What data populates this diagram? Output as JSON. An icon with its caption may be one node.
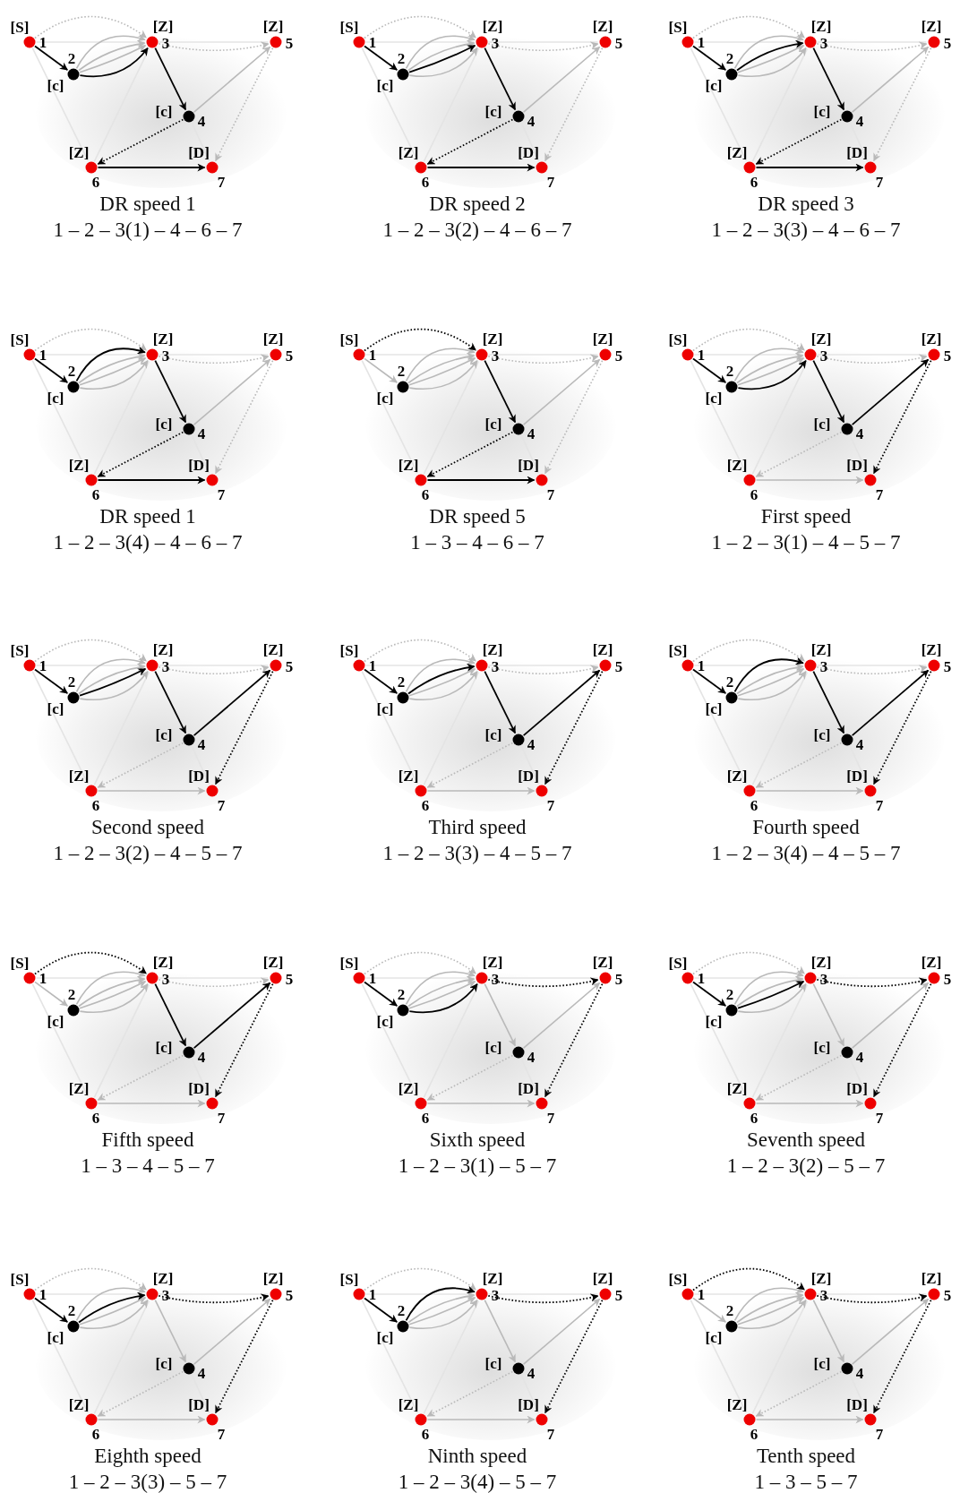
{
  "diagram": {
    "nodes": [
      {
        "text": [],
        "shape": "circle",
        "beside": [
          "[S]",
          "1"
        ]
      },
      {
        "text": [],
        "shape": "circle",
        "beside": [
          "2",
          "[c]"
        ]
      },
      {
        "text": [],
        "shape": "circle",
        "beside": [
          "[Z]",
          "3"
        ]
      },
      {
        "text": [],
        "shape": "circle",
        "beside": [
          "[c]",
          "4"
        ]
      },
      {
        "text": [],
        "shape": "circle",
        "beside": [
          "[Z]",
          "5"
        ]
      },
      {
        "text": [],
        "shape": "circle",
        "beside": [
          "[Z]",
          "6"
        ]
      },
      {
        "text": [],
        "shape": "circle",
        "beside": [
          "[D]",
          "7"
        ]
      },
      {
        "text": [],
        "shape": "circle",
        "beside": [
          "[S]",
          "1"
        ]
      },
      {
        "text": [],
        "shape": "circle",
        "beside": [
          "2",
          "[c]"
        ]
      },
      {
        "text": [],
        "shape": "circle",
        "beside": [
          "[Z]",
          "3"
        ]
      },
      {
        "text": [],
        "shape": "circle",
        "beside": [
          "[c]",
          "4"
        ]
      },
      {
        "text": [],
        "shape": "circle",
        "beside": [
          "[Z]",
          "5"
        ]
      },
      {
        "text": [],
        "shape": "circle",
        "beside": [
          "[Z]",
          "6"
        ]
      },
      {
        "text": [],
        "shape": "circle",
        "beside": [
          "[D]",
          "7"
        ]
      },
      {
        "text": [],
        "shape": "circle",
        "beside": [
          "[S]",
          "1"
        ]
      },
      {
        "text": [],
        "shape": "circle",
        "beside": [
          "2",
          "[c]"
        ]
      },
      {
        "text": [],
        "shape": "circle",
        "beside": [
          "[Z]",
          "3"
        ]
      },
      {
        "text": [],
        "shape": "circle",
        "beside": [
          "[c]",
          "4"
        ]
      },
      {
        "text": [],
        "shape": "circle",
        "beside": [
          "[Z]",
          "5"
        ]
      },
      {
        "text": [],
        "shape": "circle",
        "beside": [
          "[Z]",
          "6"
        ]
      },
      {
        "text": [],
        "shape": "circle",
        "beside": [
          "[D]",
          "7"
        ]
      },
      {
        "text": [],
        "shape": "circle",
        "beside": [
          "[S]",
          "1"
        ]
      },
      {
        "text": [],
        "shape": "circle",
        "beside": [
          "2",
          "[c]"
        ]
      },
      {
        "text": [],
        "shape": "circle",
        "beside": [
          "[Z]",
          "3"
        ]
      },
      {
        "text": [],
        "shape": "circle",
        "beside": [
          "[c]",
          "4"
        ]
      },
      {
        "text": [],
        "shape": "circle",
        "beside": [
          "[Z]",
          "5"
        ]
      },
      {
        "text": [],
        "shape": "circle",
        "beside": [
          "[Z]",
          "6"
        ]
      },
      {
        "text": [],
        "shape": "circle",
        "beside": [
          "[D]",
          "7"
        ]
      },
      {
        "text": [],
        "shape": "circle",
        "beside": [
          "[S]",
          "1"
        ]
      },
      {
        "text": [],
        "shape": "circle",
        "beside": [
          "2",
          "[c]"
        ]
      },
      {
        "text": [],
        "shape": "circle",
        "beside": [
          "[Z]",
          "3"
        ]
      },
      {
        "text": [],
        "shape": "circle",
        "beside": [
          "[c]",
          "4"
        ]
      },
      {
        "text": [],
        "shape": "circle",
        "beside": [
          "[Z]",
          "5"
        ]
      },
      {
        "text": [],
        "shape": "circle",
        "beside": [
          "[Z]",
          "6"
        ]
      },
      {
        "text": [],
        "shape": "circle",
        "beside": [
          "[D]",
          "7"
        ]
      },
      {
        "text": [],
        "shape": "circle",
        "beside": [
          "[S]",
          "1"
        ]
      },
      {
        "text": [],
        "shape": "circle",
        "beside": [
          "2",
          "[c]"
        ]
      },
      {
        "text": [],
        "shape": "circle",
        "beside": [
          "[Z]",
          "3"
        ]
      },
      {
        "text": [],
        "shape": "circle",
        "beside": [
          "[c]",
          "4"
        ]
      },
      {
        "text": [],
        "shape": "circle",
        "beside": [
          "[Z]",
          "5"
        ]
      },
      {
        "text": [],
        "shape": "circle",
        "beside": [
          "[Z]",
          "6"
        ]
      },
      {
        "text": [],
        "shape": "circle",
        "beside": [
          "[D]",
          "7"
        ]
      },
      {
        "text": [],
        "shape": "circle",
        "beside": [
          "[S]",
          "1"
        ]
      },
      {
        "text": [],
        "shape": "circle",
        "beside": [
          "2",
          "[c]"
        ]
      },
      {
        "text": [],
        "shape": "circle",
        "beside": [
          "[Z]",
          "3"
        ]
      },
      {
        "text": [],
        "shape": "circle",
        "beside": [
          "[c]",
          "4"
        ]
      },
      {
        "text": [],
        "shape": "circle",
        "beside": [
          "[Z]",
          "5"
        ]
      },
      {
        "text": [],
        "shape": "circle",
        "beside": [
          "[Z]",
          "6"
        ]
      },
      {
        "text": [],
        "shape": "circle",
        "beside": [
          "[D]",
          "7"
        ]
      },
      {
        "text": [],
        "shape": "circle",
        "beside": [
          "[S]",
          "1"
        ]
      },
      {
        "text": [],
        "shape": "circle",
        "beside": [
          "2",
          "[c]"
        ]
      },
      {
        "text": [],
        "shape": "circle",
        "beside": [
          "[Z]",
          "3"
        ]
      },
      {
        "text": [],
        "shape": "circle",
        "beside": [
          "[c]",
          "4"
        ]
      },
      {
        "text": [],
        "shape": "circle",
        "beside": [
          "[Z]",
          "5"
        ]
      },
      {
        "text": [],
        "shape": "circle",
        "beside": [
          "[Z]",
          "6"
        ]
      },
      {
        "text": [],
        "shape": "circle",
        "beside": [
          "[D]",
          "7"
        ]
      },
      {
        "text": [],
        "shape": "circle",
        "beside": [
          "[S]",
          "1"
        ]
      },
      {
        "text": [],
        "shape": "circle",
        "beside": [
          "2",
          "[c]"
        ]
      },
      {
        "text": [],
        "shape": "circle",
        "beside": [
          "[Z]",
          "3"
        ]
      },
      {
        "text": [],
        "shape": "circle",
        "beside": [
          "[c]",
          "4"
        ]
      },
      {
        "text": [],
        "shape": "circle",
        "beside": [
          "[Z]",
          "5"
        ]
      },
      {
        "text": [],
        "shape": "circle",
        "beside": [
          "[Z]",
          "6"
        ]
      },
      {
        "text": [],
        "shape": "circle",
        "beside": [
          "[D]",
          "7"
        ]
      },
      {
        "text": [],
        "shape": "circle",
        "beside": [
          "[S]",
          "1"
        ]
      },
      {
        "text": [],
        "shape": "circle",
        "beside": [
          "2",
          "[c]"
        ]
      },
      {
        "text": [],
        "shape": "circle",
        "beside": [
          "[Z]",
          "3"
        ]
      },
      {
        "text": [],
        "shape": "circle",
        "beside": [
          "[c]",
          "4"
        ]
      },
      {
        "text": [],
        "shape": "circle",
        "beside": [
          "[Z]",
          "5"
        ]
      },
      {
        "text": [],
        "shape": "circle",
        "beside": [
          "[Z]",
          "6"
        ]
      },
      {
        "text": [],
        "shape": "circle",
        "beside": [
          "[D]",
          "7"
        ]
      },
      {
        "text": [],
        "shape": "circle",
        "beside": [
          "[S]",
          "1"
        ]
      },
      {
        "text": [],
        "shape": "circle",
        "beside": [
          "2",
          "[c]"
        ]
      },
      {
        "text": [],
        "shape": "circle",
        "beside": [
          "[Z]",
          "3"
        ]
      },
      {
        "text": [],
        "shape": "circle",
        "beside": [
          "[c]",
          "4"
        ]
      },
      {
        "text": [],
        "shape": "circle",
        "beside": [
          "[Z]",
          "5"
        ]
      },
      {
        "text": [],
        "shape": "circle",
        "beside": [
          "[Z]",
          "6"
        ]
      },
      {
        "text": [],
        "shape": "circle",
        "beside": [
          "[D]",
          "7"
        ]
      },
      {
        "text": [],
        "shape": "circle",
        "beside": [
          "[S]",
          "1"
        ]
      },
      {
        "text": [],
        "shape": "circle",
        "beside": [
          "2",
          "[c]"
        ]
      },
      {
        "text": [],
        "shape": "circle",
        "beside": [
          "[Z]",
          "3"
        ]
      },
      {
        "text": [],
        "shape": "circle",
        "beside": [
          "[c]",
          "4"
        ]
      },
      {
        "text": [],
        "shape": "circle",
        "beside": [
          "[Z]",
          "5"
        ]
      },
      {
        "text": [],
        "shape": "circle",
        "beside": [
          "[Z]",
          "6"
        ]
      },
      {
        "text": [],
        "shape": "circle",
        "beside": [
          "[D]",
          "7"
        ]
      },
      {
        "text": [],
        "shape": "circle",
        "beside": [
          "[S]",
          "1"
        ]
      },
      {
        "text": [],
        "shape": "circle",
        "beside": [
          "2",
          "[c]"
        ]
      },
      {
        "text": [],
        "shape": "circle",
        "beside": [
          "[Z]",
          "3"
        ]
      },
      {
        "text": [],
        "shape": "circle",
        "beside": [
          "[c]",
          "4"
        ]
      },
      {
        "text": [],
        "shape": "circle",
        "beside": [
          "[Z]",
          "5"
        ]
      },
      {
        "text": [],
        "shape": "circle",
        "beside": [
          "[Z]",
          "6"
        ]
      },
      {
        "text": [],
        "shape": "circle",
        "beside": [
          "[D]",
          "7"
        ]
      },
      {
        "text": [],
        "shape": "circle",
        "beside": [
          "[S]",
          "1"
        ]
      },
      {
        "text": [],
        "shape": "circle",
        "beside": [
          "2",
          "[c]"
        ]
      },
      {
        "text": [],
        "shape": "circle",
        "beside": [
          "[Z]",
          "3"
        ]
      },
      {
        "text": [],
        "shape": "circle",
        "beside": [
          "[c]",
          "4"
        ]
      },
      {
        "text": [],
        "shape": "circle",
        "beside": [
          "[Z]",
          "5"
        ]
      },
      {
        "text": [],
        "shape": "circle",
        "beside": [
          "[Z]",
          "6"
        ]
      },
      {
        "text": [],
        "shape": "circle",
        "beside": [
          "[D]",
          "7"
        ]
      },
      {
        "text": [],
        "shape": "circle",
        "beside": [
          "[S]",
          "1"
        ]
      },
      {
        "text": [],
        "shape": "circle",
        "beside": [
          "2",
          "[c]"
        ]
      },
      {
        "text": [],
        "shape": "circle",
        "beside": [
          "[Z]",
          "3"
        ]
      },
      {
        "text": [],
        "shape": "circle",
        "beside": [
          "[c]",
          "4"
        ]
      },
      {
        "text": [],
        "shape": "circle",
        "beside": [
          "[Z]",
          "5"
        ]
      },
      {
        "text": [],
        "shape": "circle",
        "beside": [
          "[Z]",
          "6"
        ]
      },
      {
        "text": [],
        "shape": "circle",
        "beside": [
          "[D]",
          "7"
        ]
      }
    ],
    "edges": [
      {
        "from": 0,
        "to": 2,
        "arrow": "to",
        "style": "dashed"
      },
      {
        "from": 0,
        "to": 1,
        "arrow": "to",
        "color": "#000000"
      },
      {
        "from": 1,
        "to": 2,
        "arrow": "to",
        "color": "#000000"
      },
      {
        "from": 1,
        "to": 2,
        "arrow": "to"
      },
      {
        "from": 1,
        "to": 2,
        "arrow": "to"
      },
      {
        "from": 1,
        "to": 2,
        "arrow": "to"
      },
      {
        "from": 2,
        "to": 3,
        "arrow": "to",
        "color": "#000000"
      },
      {
        "from": 2,
        "to": 4,
        "arrow": "to",
        "style": "dashed"
      },
      {
        "from": 3,
        "to": 4,
        "arrow": "to"
      },
      {
        "from": 3,
        "to": 5,
        "arrow": "to",
        "style": "dashed",
        "color": "#000000"
      },
      {
        "from": 4,
        "to": 6,
        "arrow": "to",
        "style": "dashed"
      },
      {
        "from": 5,
        "to": 6,
        "arrow": "to",
        "color": "#000000"
      },
      {
        "from": 0,
        "to": 2,
        "arrow": "none",
        "color": "#e4e4e4"
      },
      {
        "from": 2,
        "to": 4,
        "arrow": "none",
        "color": "#e4e4e4"
      },
      {
        "from": 0,
        "to": 5,
        "arrow": "none",
        "color": "#e4e4e4"
      },
      {
        "from": 5,
        "to": 2,
        "arrow": "none",
        "color": "#e4e4e4"
      },
      {
        "from": 3,
        "to": 6,
        "arrow": "none",
        "color": "#e4e4e4"
      },
      {
        "from": 7,
        "to": 9,
        "arrow": "to",
        "style": "dashed"
      },
      {
        "from": 7,
        "to": 8,
        "arrow": "to",
        "color": "#000000"
      },
      {
        "from": 8,
        "to": 9,
        "arrow": "to"
      },
      {
        "from": 8,
        "to": 9,
        "arrow": "to",
        "color": "#000000"
      },
      {
        "from": 8,
        "to": 9,
        "arrow": "to"
      },
      {
        "from": 8,
        "to": 9,
        "arrow": "to"
      },
      {
        "from": 9,
        "to": 10,
        "arrow": "to",
        "color": "#000000"
      },
      {
        "from": 9,
        "to": 11,
        "arrow": "to",
        "style": "dashed"
      },
      {
        "from": 10,
        "to": 11,
        "arrow": "to"
      },
      {
        "from": 10,
        "to": 12,
        "arrow": "to",
        "style": "dashed",
        "color": "#000000"
      },
      {
        "from": 11,
        "to": 13,
        "arrow": "to",
        "style": "dashed"
      },
      {
        "from": 12,
        "to": 13,
        "arrow": "to",
        "color": "#000000"
      },
      {
        "from": 7,
        "to": 9,
        "arrow": "none",
        "color": "#e4e4e4"
      },
      {
        "from": 9,
        "to": 11,
        "arrow": "none",
        "color": "#e4e4e4"
      },
      {
        "from": 7,
        "to": 12,
        "arrow": "none",
        "color": "#e4e4e4"
      },
      {
        "from": 12,
        "to": 9,
        "arrow": "none",
        "color": "#e4e4e4"
      },
      {
        "from": 10,
        "to": 13,
        "arrow": "none",
        "color": "#e4e4e4"
      },
      {
        "from": 14,
        "to": 16,
        "arrow": "to",
        "style": "dashed"
      },
      {
        "from": 14,
        "to": 15,
        "arrow": "to",
        "color": "#000000"
      },
      {
        "from": 15,
        "to": 16,
        "arrow": "to"
      },
      {
        "from": 15,
        "to": 16,
        "arrow": "to"
      },
      {
        "from": 15,
        "to": 16,
        "arrow": "to",
        "color": "#000000"
      },
      {
        "from": 15,
        "to": 16,
        "arrow": "to"
      },
      {
        "from": 16,
        "to": 17,
        "arrow": "to",
        "color": "#000000"
      },
      {
        "from": 16,
        "to": 18,
        "arrow": "to",
        "style": "dashed"
      },
      {
        "from": 17,
        "to": 18,
        "arrow": "to"
      },
      {
        "from": 17,
        "to": 19,
        "arrow": "to",
        "style": "dashed",
        "color": "#000000"
      },
      {
        "from": 18,
        "to": 20,
        "arrow": "to",
        "style": "dashed"
      },
      {
        "from": 19,
        "to": 20,
        "arrow": "to",
        "color": "#000000"
      },
      {
        "from": 14,
        "to": 16,
        "arrow": "none",
        "color": "#e4e4e4"
      },
      {
        "from": 16,
        "to": 18,
        "arrow": "none",
        "color": "#e4e4e4"
      },
      {
        "from": 14,
        "to": 19,
        "arrow": "none",
        "color": "#e4e4e4"
      },
      {
        "from": 19,
        "to": 16,
        "arrow": "none",
        "color": "#e4e4e4"
      },
      {
        "from": 17,
        "to": 20,
        "arrow": "none",
        "color": "#e4e4e4"
      },
      {
        "from": 21,
        "to": 23,
        "arrow": "to",
        "style": "dashed"
      },
      {
        "from": 21,
        "to": 22,
        "arrow": "to",
        "color": "#000000"
      },
      {
        "from": 22,
        "to": 23,
        "arrow": "to"
      },
      {
        "from": 22,
        "to": 23,
        "arrow": "to"
      },
      {
        "from": 22,
        "to": 23,
        "arrow": "to"
      },
      {
        "from": 22,
        "to": 23,
        "arrow": "to",
        "color": "#000000"
      },
      {
        "from": 23,
        "to": 24,
        "arrow": "to",
        "color": "#000000"
      },
      {
        "from": 23,
        "to": 25,
        "arrow": "to",
        "style": "dashed"
      },
      {
        "from": 24,
        "to": 25,
        "arrow": "to"
      },
      {
        "from": 24,
        "to": 26,
        "arrow": "to",
        "style": "dashed",
        "color": "#000000"
      },
      {
        "from": 25,
        "to": 27,
        "arrow": "to",
        "style": "dashed"
      },
      {
        "from": 26,
        "to": 27,
        "arrow": "to",
        "color": "#000000"
      },
      {
        "from": 21,
        "to": 23,
        "arrow": "none",
        "color": "#e4e4e4"
      },
      {
        "from": 23,
        "to": 25,
        "arrow": "none",
        "color": "#e4e4e4"
      },
      {
        "from": 21,
        "to": 26,
        "arrow": "none",
        "color": "#e4e4e4"
      },
      {
        "from": 26,
        "to": 23,
        "arrow": "none",
        "color": "#e4e4e4"
      },
      {
        "from": 24,
        "to": 27,
        "arrow": "none",
        "color": "#e4e4e4"
      },
      {
        "from": 28,
        "to": 30,
        "arrow": "to",
        "style": "dashed",
        "color": "#000000"
      },
      {
        "from": 28,
        "to": 29,
        "arrow": "to"
      },
      {
        "from": 29,
        "to": 30,
        "arrow": "to"
      },
      {
        "from": 29,
        "to": 30,
        "arrow": "to"
      },
      {
        "from": 29,
        "to": 30,
        "arrow": "to"
      },
      {
        "from": 29,
        "to": 30,
        "arrow": "to"
      },
      {
        "from": 30,
        "to": 31,
        "arrow": "to",
        "color": "#000000"
      },
      {
        "from": 30,
        "to": 32,
        "arrow": "to",
        "style": "dashed"
      },
      {
        "from": 31,
        "to": 32,
        "arrow": "to"
      },
      {
        "from": 31,
        "to": 33,
        "arrow": "to",
        "style": "dashed",
        "color": "#000000"
      },
      {
        "from": 32,
        "to": 34,
        "arrow": "to",
        "style": "dashed"
      },
      {
        "from": 33,
        "to": 34,
        "arrow": "to",
        "color": "#000000"
      },
      {
        "from": 28,
        "to": 30,
        "arrow": "none",
        "color": "#e4e4e4"
      },
      {
        "from": 30,
        "to": 32,
        "arrow": "none",
        "color": "#e4e4e4"
      },
      {
        "from": 28,
        "to": 33,
        "arrow": "none",
        "color": "#e4e4e4"
      },
      {
        "from": 33,
        "to": 30,
        "arrow": "none",
        "color": "#e4e4e4"
      },
      {
        "from": 31,
        "to": 34,
        "arrow": "none",
        "color": "#e4e4e4"
      },
      {
        "from": 35,
        "to": 37,
        "arrow": "to",
        "style": "dashed"
      },
      {
        "from": 35,
        "to": 36,
        "arrow": "to",
        "color": "#000000"
      },
      {
        "from": 36,
        "to": 37,
        "arrow": "to",
        "color": "#000000"
      },
      {
        "from": 36,
        "to": 37,
        "arrow": "to"
      },
      {
        "from": 36,
        "to": 37,
        "arrow": "to"
      },
      {
        "from": 36,
        "to": 37,
        "arrow": "to"
      },
      {
        "from": 37,
        "to": 38,
        "arrow": "to",
        "color": "#000000"
      },
      {
        "from": 37,
        "to": 39,
        "arrow": "to",
        "style": "dashed"
      },
      {
        "from": 38,
        "to": 39,
        "arrow": "to",
        "color": "#000000"
      },
      {
        "from": 38,
        "to": 40,
        "arrow": "to",
        "style": "dashed"
      },
      {
        "from": 39,
        "to": 41,
        "arrow": "to",
        "style": "dashed",
        "color": "#000000"
      },
      {
        "from": 40,
        "to": 41,
        "arrow": "to"
      },
      {
        "from": 35,
        "to": 37,
        "arrow": "none",
        "color": "#e4e4e4"
      },
      {
        "from": 37,
        "to": 39,
        "arrow": "none",
        "color": "#e4e4e4"
      },
      {
        "from": 35,
        "to": 40,
        "arrow": "none",
        "color": "#e4e4e4"
      },
      {
        "from": 40,
        "to": 37,
        "arrow": "none",
        "color": "#e4e4e4"
      },
      {
        "from": 38,
        "to": 41,
        "arrow": "none",
        "color": "#e4e4e4"
      },
      {
        "from": 42,
        "to": 44,
        "arrow": "to",
        "style": "dashed"
      },
      {
        "from": 42,
        "to": 43,
        "arrow": "to",
        "color": "#000000"
      },
      {
        "from": 43,
        "to": 44,
        "arrow": "to"
      },
      {
        "from": 43,
        "to": 44,
        "arrow": "to",
        "color": "#000000"
      },
      {
        "from": 43,
        "to": 44,
        "arrow": "to"
      },
      {
        "from": 43,
        "to": 44,
        "arrow": "to"
      },
      {
        "from": 44,
        "to": 45,
        "arrow": "to",
        "color": "#000000"
      },
      {
        "from": 44,
        "to": 46,
        "arrow": "to",
        "style": "dashed"
      },
      {
        "from": 45,
        "to": 46,
        "arrow": "to",
        "color": "#000000"
      },
      {
        "from": 45,
        "to": 47,
        "arrow": "to",
        "style": "dashed"
      },
      {
        "from": 46,
        "to": 48,
        "arrow": "to",
        "style": "dashed",
        "color": "#000000"
      },
      {
        "from": 47,
        "to": 48,
        "arrow": "to"
      },
      {
        "from": 42,
        "to": 44,
        "arrow": "none",
        "color": "#e4e4e4"
      },
      {
        "from": 44,
        "to": 46,
        "arrow": "none",
        "color": "#e4e4e4"
      },
      {
        "from": 42,
        "to": 47,
        "arrow": "none",
        "color": "#e4e4e4"
      },
      {
        "from": 47,
        "to": 44,
        "arrow": "none",
        "color": "#e4e4e4"
      },
      {
        "from": 45,
        "to": 48,
        "arrow": "none",
        "color": "#e4e4e4"
      },
      {
        "from": 49,
        "to": 51,
        "arrow": "to",
        "style": "dashed"
      },
      {
        "from": 49,
        "to": 50,
        "arrow": "to",
        "color": "#000000"
      },
      {
        "from": 50,
        "to": 51,
        "arrow": "to"
      },
      {
        "from": 50,
        "to": 51,
        "arrow": "to"
      },
      {
        "from": 50,
        "to": 51,
        "arrow": "to",
        "color": "#000000"
      },
      {
        "from": 50,
        "to": 51,
        "arrow": "to"
      },
      {
        "from": 51,
        "to": 52,
        "arrow": "to",
        "color": "#000000"
      },
      {
        "from": 51,
        "to": 53,
        "arrow": "to",
        "style": "dashed"
      },
      {
        "from": 52,
        "to": 53,
        "arrow": "to",
        "color": "#000000"
      },
      {
        "from": 52,
        "to": 54,
        "arrow": "to",
        "style": "dashed"
      },
      {
        "from": 53,
        "to": 55,
        "arrow": "to",
        "style": "dashed",
        "color": "#000000"
      },
      {
        "from": 54,
        "to": 55,
        "arrow": "to"
      },
      {
        "from": 49,
        "to": 51,
        "arrow": "none",
        "color": "#e4e4e4"
      },
      {
        "from": 51,
        "to": 53,
        "arrow": "none",
        "color": "#e4e4e4"
      },
      {
        "from": 49,
        "to": 54,
        "arrow": "none",
        "color": "#e4e4e4"
      },
      {
        "from": 54,
        "to": 51,
        "arrow": "none",
        "color": "#e4e4e4"
      },
      {
        "from": 52,
        "to": 55,
        "arrow": "none",
        "color": "#e4e4e4"
      },
      {
        "from": 56,
        "to": 58,
        "arrow": "to",
        "style": "dashed"
      },
      {
        "from": 56,
        "to": 57,
        "arrow": "to",
        "color": "#000000"
      },
      {
        "from": 57,
        "to": 58,
        "arrow": "to"
      },
      {
        "from": 57,
        "to": 58,
        "arrow": "to"
      },
      {
        "from": 57,
        "to": 58,
        "arrow": "to"
      },
      {
        "from": 57,
        "to": 58,
        "arrow": "to",
        "color": "#000000"
      },
      {
        "from": 58,
        "to": 59,
        "arrow": "to",
        "color": "#000000"
      },
      {
        "from": 58,
        "to": 60,
        "arrow": "to",
        "style": "dashed"
      },
      {
        "from": 59,
        "to": 60,
        "arrow": "to",
        "color": "#000000"
      },
      {
        "from": 59,
        "to": 61,
        "arrow": "to",
        "style": "dashed"
      },
      {
        "from": 60,
        "to": 62,
        "arrow": "to",
        "style": "dashed",
        "color": "#000000"
      },
      {
        "from": 61,
        "to": 62,
        "arrow": "to"
      },
      {
        "from": 56,
        "to": 58,
        "arrow": "none",
        "color": "#e4e4e4"
      },
      {
        "from": 58,
        "to": 60,
        "arrow": "none",
        "color": "#e4e4e4"
      },
      {
        "from": 56,
        "to": 61,
        "arrow": "none",
        "color": "#e4e4e4"
      },
      {
        "from": 61,
        "to": 58,
        "arrow": "none",
        "color": "#e4e4e4"
      },
      {
        "from": 59,
        "to": 62,
        "arrow": "none",
        "color": "#e4e4e4"
      },
      {
        "from": 63,
        "to": 65,
        "arrow": "to",
        "style": "dashed",
        "color": "#000000"
      },
      {
        "from": 63,
        "to": 64,
        "arrow": "to"
      },
      {
        "from": 64,
        "to": 65,
        "arrow": "to"
      },
      {
        "from": 64,
        "to": 65,
        "arrow": "to"
      },
      {
        "from": 64,
        "to": 65,
        "arrow": "to"
      },
      {
        "from": 64,
        "to": 65,
        "arrow": "to"
      },
      {
        "from": 65,
        "to": 66,
        "arrow": "to",
        "color": "#000000"
      },
      {
        "from": 65,
        "to": 67,
        "arrow": "to",
        "style": "dashed"
      },
      {
        "from": 66,
        "to": 67,
        "arrow": "to",
        "color": "#000000"
      },
      {
        "from": 66,
        "to": 68,
        "arrow": "to",
        "style": "dashed"
      },
      {
        "from": 67,
        "to": 69,
        "arrow": "to",
        "style": "dashed",
        "color": "#000000"
      },
      {
        "from": 68,
        "to": 69,
        "arrow": "to"
      },
      {
        "from": 63,
        "to": 65,
        "arrow": "none",
        "color": "#e4e4e4"
      },
      {
        "from": 65,
        "to": 67,
        "arrow": "none",
        "color": "#e4e4e4"
      },
      {
        "from": 63,
        "to": 68,
        "arrow": "none",
        "color": "#e4e4e4"
      },
      {
        "from": 68,
        "to": 65,
        "arrow": "none",
        "color": "#e4e4e4"
      },
      {
        "from": 66,
        "to": 69,
        "arrow": "none",
        "color": "#e4e4e4"
      },
      {
        "from": 70,
        "to": 72,
        "arrow": "to",
        "style": "dashed"
      },
      {
        "from": 70,
        "to": 71,
        "arrow": "to",
        "color": "#000000"
      },
      {
        "from": 71,
        "to": 72,
        "arrow": "to",
        "color": "#000000"
      },
      {
        "from": 71,
        "to": 72,
        "arrow": "to"
      },
      {
        "from": 71,
        "to": 72,
        "arrow": "to"
      },
      {
        "from": 71,
        "to": 72,
        "arrow": "to"
      },
      {
        "from": 72,
        "to": 73,
        "arrow": "to"
      },
      {
        "from": 72,
        "to": 74,
        "arrow": "to",
        "style": "dashed",
        "color": "#000000"
      },
      {
        "from": 73,
        "to": 74,
        "arrow": "to"
      },
      {
        "from": 73,
        "to": 75,
        "arrow": "to",
        "style": "dashed"
      },
      {
        "from": 74,
        "to": 76,
        "arrow": "to",
        "style": "dashed",
        "color": "#000000"
      },
      {
        "from": 75,
        "to": 76,
        "arrow": "to"
      },
      {
        "from": 70,
        "to": 72,
        "arrow": "none",
        "color": "#e4e4e4"
      },
      {
        "from": 72,
        "to": 74,
        "arrow": "none",
        "color": "#e4e4e4"
      },
      {
        "from": 70,
        "to": 75,
        "arrow": "none",
        "color": "#e4e4e4"
      },
      {
        "from": 75,
        "to": 72,
        "arrow": "none",
        "color": "#e4e4e4"
      },
      {
        "from": 73,
        "to": 76,
        "arrow": "none",
        "color": "#e4e4e4"
      },
      {
        "from": 77,
        "to": 79,
        "arrow": "to",
        "style": "dashed"
      },
      {
        "from": 77,
        "to": 78,
        "arrow": "to",
        "color": "#000000"
      },
      {
        "from": 78,
        "to": 79,
        "arrow": "to"
      },
      {
        "from": 78,
        "to": 79,
        "arrow": "to",
        "color": "#000000"
      },
      {
        "from": 78,
        "to": 79,
        "arrow": "to"
      },
      {
        "from": 78,
        "to": 79,
        "arrow": "to"
      },
      {
        "from": 79,
        "to": 80,
        "arrow": "to"
      },
      {
        "from": 79,
        "to": 81,
        "arrow": "to",
        "style": "dashed",
        "color": "#000000"
      },
      {
        "from": 80,
        "to": 81,
        "arrow": "to"
      },
      {
        "from": 80,
        "to": 82,
        "arrow": "to",
        "style": "dashed"
      },
      {
        "from": 81,
        "to": 83,
        "arrow": "to",
        "style": "dashed",
        "color": "#000000"
      },
      {
        "from": 82,
        "to": 83,
        "arrow": "to"
      },
      {
        "from": 77,
        "to": 79,
        "arrow": "none",
        "color": "#e4e4e4"
      },
      {
        "from": 79,
        "to": 81,
        "arrow": "none",
        "color": "#e4e4e4"
      },
      {
        "from": 77,
        "to": 82,
        "arrow": "none",
        "color": "#e4e4e4"
      },
      {
        "from": 82,
        "to": 79,
        "arrow": "none",
        "color": "#e4e4e4"
      },
      {
        "from": 80,
        "to": 83,
        "arrow": "none",
        "color": "#e4e4e4"
      },
      {
        "from": 84,
        "to": 86,
        "arrow": "to",
        "style": "dashed"
      },
      {
        "from": 84,
        "to": 85,
        "arrow": "to",
        "color": "#000000"
      },
      {
        "from": 85,
        "to": 86,
        "arrow": "to"
      },
      {
        "from": 85,
        "to": 86,
        "arrow": "to"
      },
      {
        "from": 85,
        "to": 86,
        "arrow": "to",
        "color": "#000000"
      },
      {
        "from": 85,
        "to": 86,
        "arrow": "to"
      },
      {
        "from": 86,
        "to": 87,
        "arrow": "to"
      },
      {
        "from": 86,
        "to": 88,
        "arrow": "to",
        "style": "dashed",
        "color": "#000000"
      },
      {
        "from": 87,
        "to": 88,
        "arrow": "to"
      },
      {
        "from": 87,
        "to": 89,
        "arrow": "to",
        "style": "dashed"
      },
      {
        "from": 88,
        "to": 90,
        "arrow": "to",
        "style": "dashed",
        "color": "#000000"
      },
      {
        "from": 89,
        "to": 90,
        "arrow": "to"
      },
      {
        "from": 84,
        "to": 86,
        "arrow": "none",
        "color": "#e4e4e4"
      },
      {
        "from": 86,
        "to": 88,
        "arrow": "none",
        "color": "#e4e4e4"
      },
      {
        "from": 84,
        "to": 89,
        "arrow": "none",
        "color": "#e4e4e4"
      },
      {
        "from": 89,
        "to": 86,
        "arrow": "none",
        "color": "#e4e4e4"
      },
      {
        "from": 87,
        "to": 90,
        "arrow": "none",
        "color": "#e4e4e4"
      },
      {
        "from": 91,
        "to": 93,
        "arrow": "to",
        "style": "dashed"
      },
      {
        "from": 91,
        "to": 92,
        "arrow": "to",
        "color": "#000000"
      },
      {
        "from": 92,
        "to": 93,
        "arrow": "to"
      },
      {
        "from": 92,
        "to": 93,
        "arrow": "to"
      },
      {
        "from": 92,
        "to": 93,
        "arrow": "to"
      },
      {
        "from": 92,
        "to": 93,
        "arrow": "to",
        "color": "#000000"
      },
      {
        "from": 93,
        "to": 94,
        "arrow": "to"
      },
      {
        "from": 93,
        "to": 95,
        "arrow": "to",
        "style": "dashed",
        "color": "#000000"
      },
      {
        "from": 94,
        "to": 95,
        "arrow": "to"
      },
      {
        "from": 94,
        "to": 96,
        "arrow": "to",
        "style": "dashed"
      },
      {
        "from": 95,
        "to": 97,
        "arrow": "to",
        "style": "dashed",
        "color": "#000000"
      },
      {
        "from": 96,
        "to": 97,
        "arrow": "to"
      },
      {
        "from": 91,
        "to": 93,
        "arrow": "none",
        "color": "#e4e4e4"
      },
      {
        "from": 93,
        "to": 95,
        "arrow": "none",
        "color": "#e4e4e4"
      },
      {
        "from": 91,
        "to": 96,
        "arrow": "none",
        "color": "#e4e4e4"
      },
      {
        "from": 96,
        "to": 93,
        "arrow": "none",
        "color": "#e4e4e4"
      },
      {
        "from": 94,
        "to": 97,
        "arrow": "none",
        "color": "#e4e4e4"
      },
      {
        "from": 98,
        "to": 100,
        "arrow": "to",
        "style": "dashed",
        "color": "#000000"
      },
      {
        "from": 98,
        "to": 99,
        "arrow": "to"
      },
      {
        "from": 99,
        "to": 100,
        "arrow": "to"
      },
      {
        "from": 99,
        "to": 100,
        "arrow": "to"
      },
      {
        "from": 99,
        "to": 100,
        "arrow": "to"
      },
      {
        "from": 99,
        "to": 100,
        "arrow": "to"
      },
      {
        "from": 100,
        "to": 101,
        "arrow": "to"
      },
      {
        "from": 100,
        "to": 102,
        "arrow": "to",
        "style": "dashed",
        "color": "#000000"
      },
      {
        "from": 101,
        "to": 102,
        "arrow": "to"
      },
      {
        "from": 101,
        "to": 103,
        "arrow": "to",
        "style": "dashed"
      },
      {
        "from": 102,
        "to": 104,
        "arrow": "to",
        "style": "dashed",
        "color": "#000000"
      },
      {
        "from": 103,
        "to": 104,
        "arrow": "to"
      },
      {
        "from": 98,
        "to": 100,
        "arrow": "none",
        "color": "#e4e4e4"
      },
      {
        "from": 100,
        "to": 102,
        "arrow": "none",
        "color": "#e4e4e4"
      },
      {
        "from": 98,
        "to": 103,
        "arrow": "none",
        "color": "#e4e4e4"
      },
      {
        "from": 103,
        "to": 100,
        "arrow": "none",
        "color": "#e4e4e4"
      },
      {
        "from": 101,
        "to": 104,
        "arrow": "none",
        "color": "#e4e4e4"
      }
    ],
    "labels": [
      "DR speed 1",
      "1 – 2 – 3(1) – 4 – 6 – 7",
      "DR speed 2",
      "1 – 2 – 3(2) – 4 – 6 – 7",
      "DR speed 3",
      "1 – 2 – 3(3) – 4 – 6 – 7",
      "DR speed 1",
      "1 – 2 – 3(4) – 4 – 6 – 7",
      "DR speed 5",
      "1 – 3 – 4 – 6 – 7",
      "First speed",
      "1 – 2 – 3(1) – 4 – 5 – 7",
      "Second speed",
      "1 – 2 – 3(2) – 4 – 5 – 7",
      "Third speed",
      "1 – 2 – 3(3) – 4 – 5 – 7",
      "Fourth speed",
      "1 – 2 – 3(4) – 4 – 5 – 7",
      "Fifth speed",
      "1 – 3 – 4 – 5 – 7",
      "Sixth speed",
      "1 – 2 – 3(1) – 5 – 7",
      "Seventh speed",
      "1 – 2 – 3(2) – 5 – 7",
      "Eighth speed",
      "1 – 2 – 3(3) – 5 – 7",
      "Ninth speed",
      "1 – 2 – 3(4) – 5 – 7",
      "Tenth speed",
      "1 – 3 – 5 – 7"
    ]
  }
}
